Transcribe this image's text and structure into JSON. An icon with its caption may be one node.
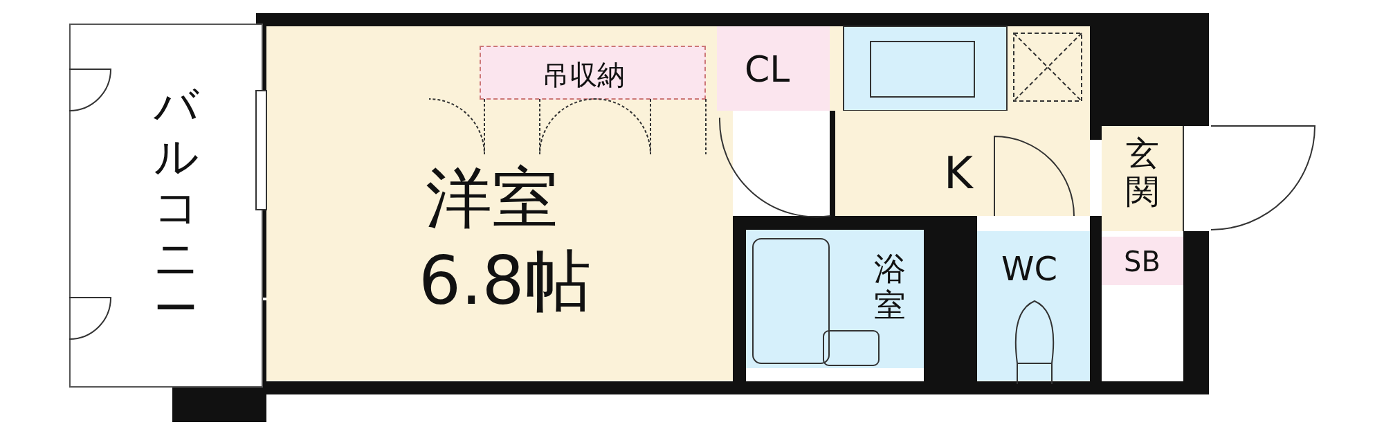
{
  "diagram": {
    "nodes": [
      {
        "text": [
          "バルコニー"
        ]
      },
      {
        "text": [
          "洋室",
          "6.8帖"
        ]
      },
      {
        "text": [
          "吊収納"
        ],
        "in": 1
      },
      {
        "text": [
          "CL"
        ]
      },
      {
        "text": [
          "K"
        ]
      },
      {
        "text": [
          "浴室"
        ]
      },
      {
        "text": [
          "WC"
        ]
      },
      {
        "text": [
          "玄関"
        ]
      },
      {
        "text": [
          "SB"
        ]
      }
    ]
  }
}
